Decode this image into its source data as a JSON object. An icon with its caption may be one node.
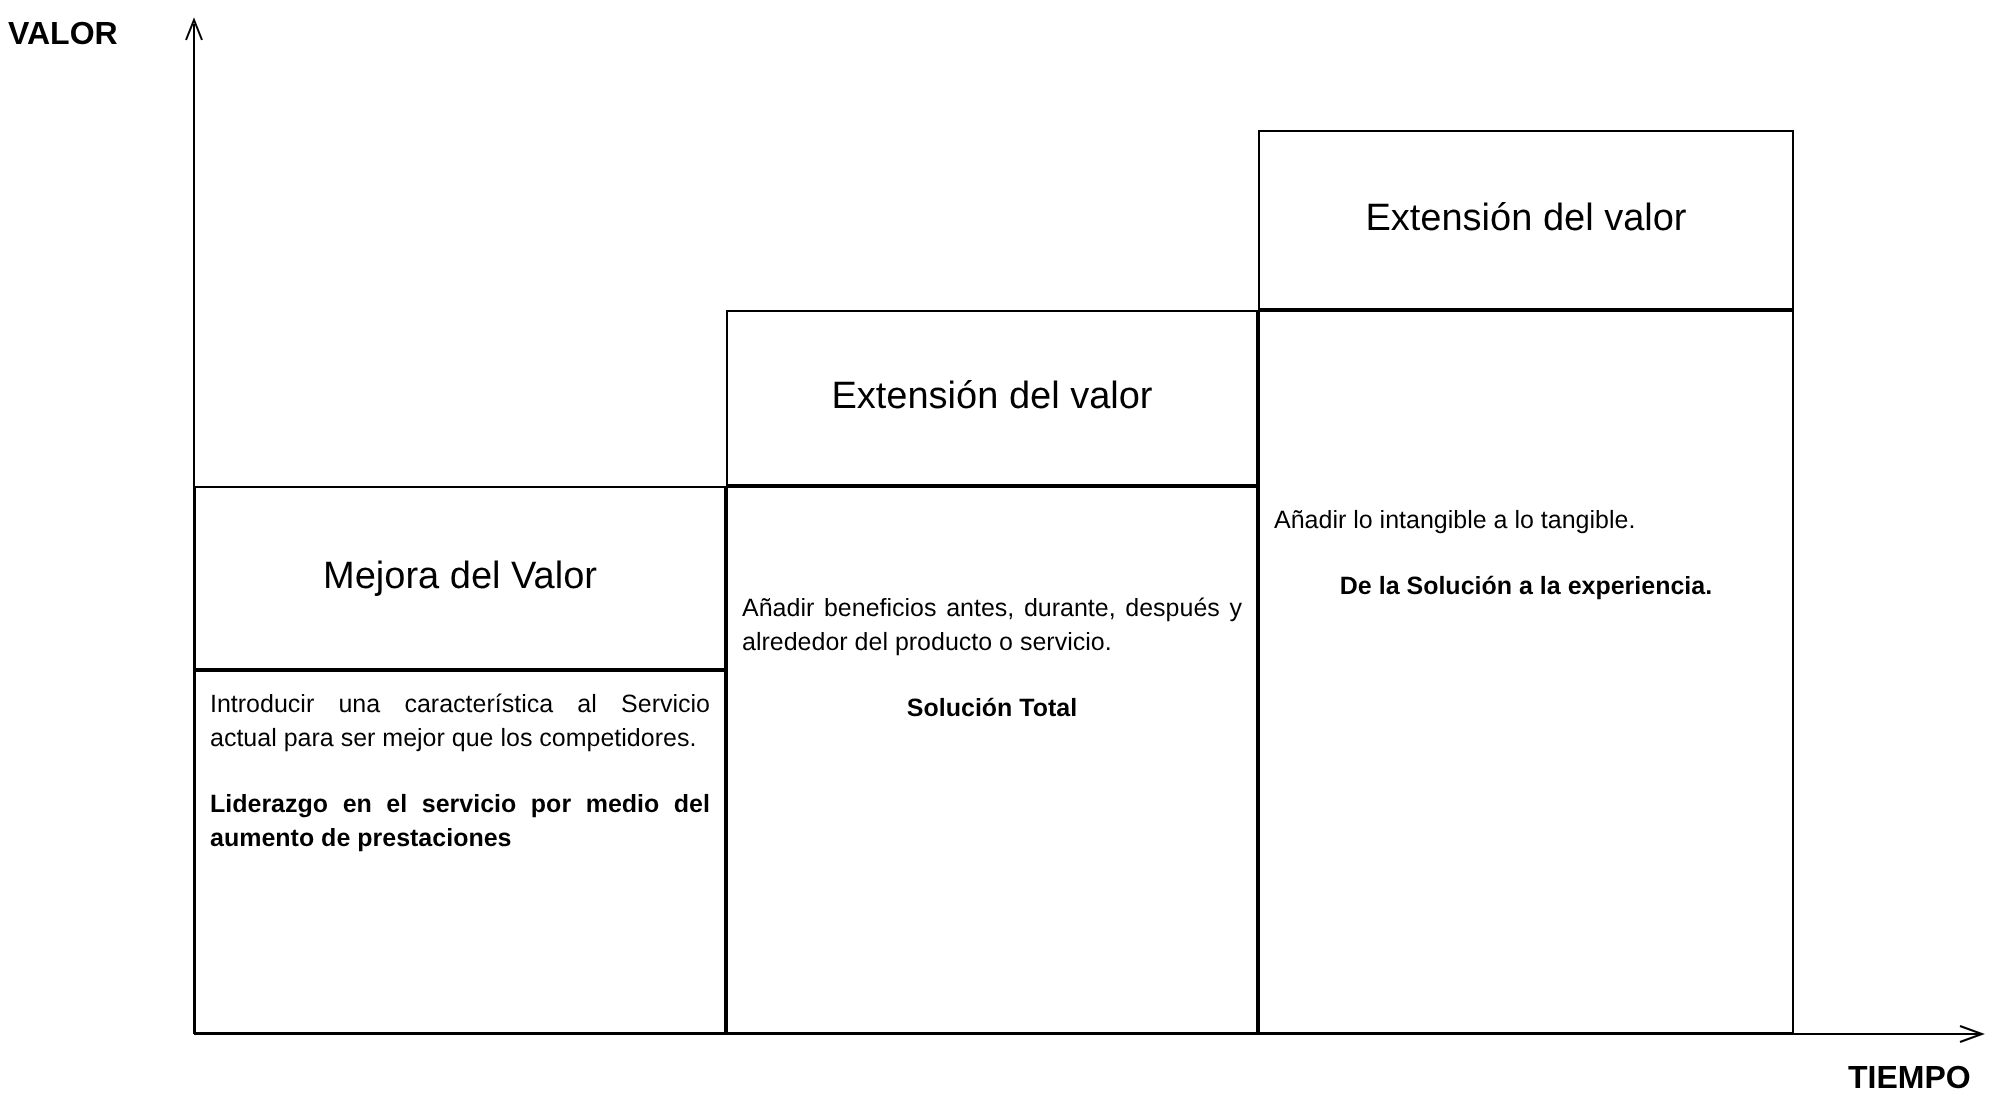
{
  "diagram": {
    "nodes": [
      {
        "text": [
          "Mejora del Valor"
        ]
      },
      {
        "text": [
          "Introducir una característica al Servicio actual para ser mejor que los competidores.",
          "Liderazgo en el servicio por medio del aumento de prestaciones"
        ]
      },
      {
        "text": [
          "Extensión del valor"
        ]
      },
      {
        "text": [
          "Añadir beneficios antes, durante, después y alrededor del producto o servicio.",
          "Solución Total"
        ]
      },
      {
        "text": [
          "Extensión del valor"
        ]
      },
      {
        "text": [
          "Añadir lo intangible a lo tangible.",
          "De la Solución a la experiencia."
        ]
      }
    ],
    "edges": [],
    "labels": [
      "VALOR",
      "TIEMPO"
    ]
  }
}
